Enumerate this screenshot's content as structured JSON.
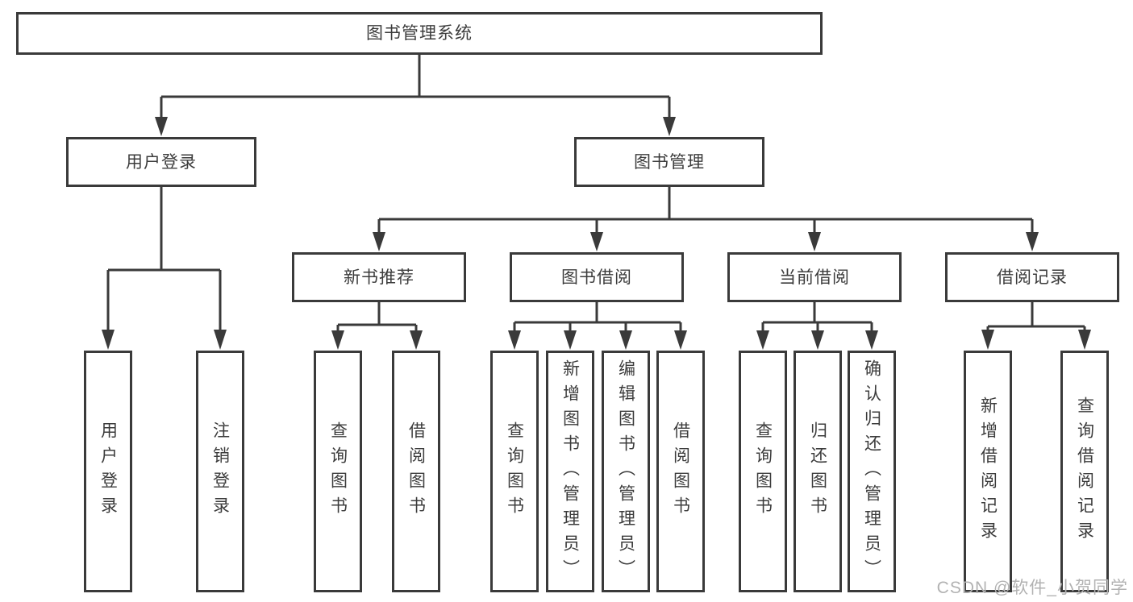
{
  "tree": {
    "root": {
      "label": "图书管理系统",
      "children": [
        {
          "label": "用户登录",
          "children": [
            {
              "label": "用户登录"
            },
            {
              "label": "注销登录"
            }
          ]
        },
        {
          "label": "图书管理",
          "children": [
            {
              "label": "新书推荐",
              "children": [
                {
                  "label": "查询图书"
                },
                {
                  "label": "借阅图书"
                }
              ]
            },
            {
              "label": "图书借阅",
              "children": [
                {
                  "label": "查询图书"
                },
                {
                  "label": "新增图书（管理员）"
                },
                {
                  "label": "编辑图书（管理员）"
                },
                {
                  "label": "借阅图书"
                }
              ]
            },
            {
              "label": "当前借阅",
              "children": [
                {
                  "label": "查询图书"
                },
                {
                  "label": "归还图书"
                },
                {
                  "label": "确认归还（管理员）"
                }
              ]
            },
            {
              "label": "借阅记录",
              "children": [
                {
                  "label": "新增借阅记录"
                },
                {
                  "label": "查询借阅记录"
                }
              ]
            }
          ]
        }
      ]
    }
  },
  "watermark": {
    "text": "CSDN @软件_小贺同学"
  },
  "colors": {
    "line": "#3a3a3a",
    "box_border": "#3a3a3a",
    "box_fill": "#ffffff",
    "text": "#3c3c3c",
    "background": "#ffffff",
    "watermark": "#b2b2b2"
  }
}
